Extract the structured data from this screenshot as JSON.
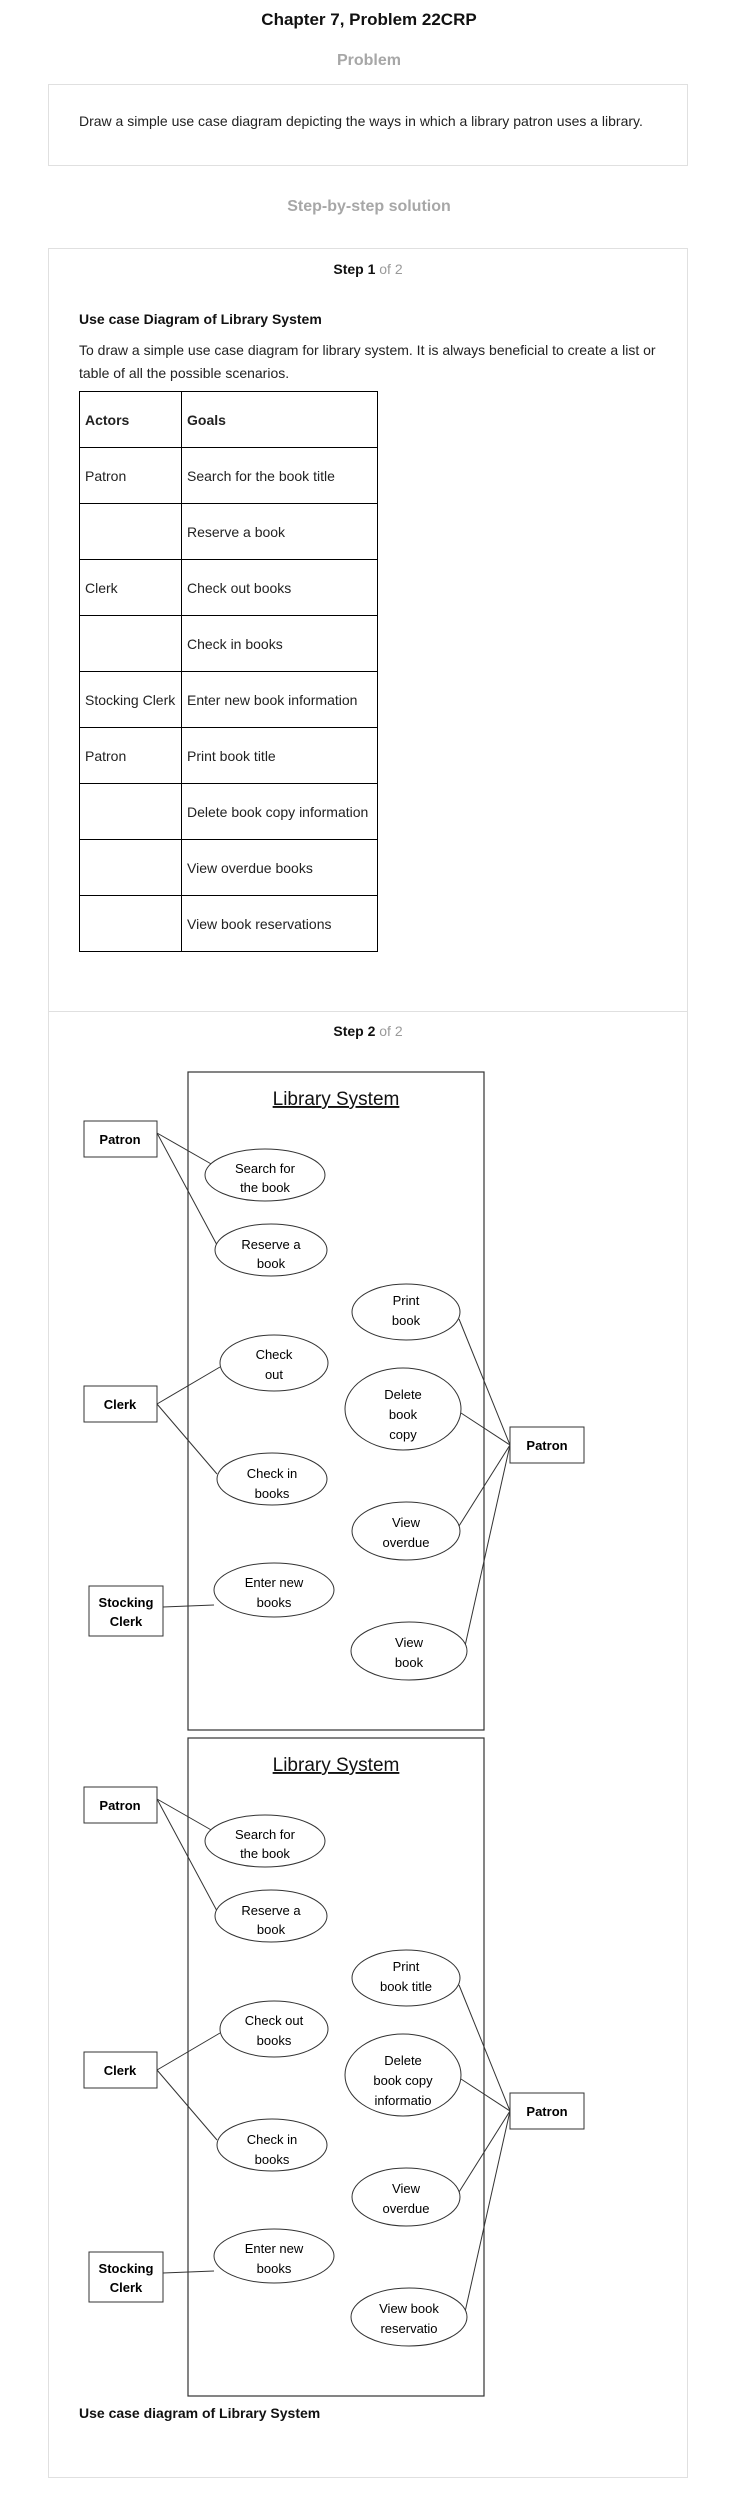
{
  "page_title": "Chapter 7, Problem 22CRP",
  "problem": {
    "heading": "Problem",
    "text": "Draw a simple use case diagram depicting the ways in which a library patron uses a library."
  },
  "solution": {
    "heading": "Step-by-step solution",
    "step1": {
      "label": "Step 1",
      "of": "of 2",
      "title": "Use case Diagram of Library System",
      "paragraph": "To draw a simple use case diagram for library system. It is always beneficial to create a list or table of all the possible scenarios.",
      "table": {
        "headers": [
          "Actors",
          "Goals"
        ],
        "rows": [
          [
            "Patron",
            "Search for the book title"
          ],
          [
            "",
            "Reserve a book"
          ],
          [
            "Clerk",
            "Check out books"
          ],
          [
            "",
            "Check in books"
          ],
          [
            "Stocking Clerk",
            "Enter new book information"
          ],
          [
            "Patron",
            "Print book title"
          ],
          [
            "",
            "Delete book copy information"
          ],
          [
            "",
            "View overdue books"
          ],
          [
            "",
            "View book reservations"
          ]
        ]
      }
    },
    "step2": {
      "label": "Step 2",
      "of": "of 2",
      "caption": "Use case diagram of Library System"
    }
  },
  "diagram1": {
    "title": "Library System",
    "actors": {
      "patron_left": "Patron",
      "clerk": "Clerk",
      "stocking_clerk_1": "Stocking",
      "stocking_clerk_2": "Clerk",
      "patron_right": "Patron"
    },
    "use_cases": {
      "search": [
        "Search for",
        "the book"
      ],
      "reserve": [
        "Reserve a",
        "book"
      ],
      "checkout": [
        "Check",
        "out"
      ],
      "checkin": [
        "Check in",
        "books"
      ],
      "enter": [
        "Enter new",
        "books"
      ],
      "print": [
        "Print",
        "book"
      ],
      "delete": [
        "Delete",
        "book",
        "copy"
      ],
      "overdue": [
        "View",
        "overdue"
      ],
      "reservations": [
        "View",
        "book"
      ]
    }
  },
  "diagram2": {
    "title": "Library System",
    "actors": {
      "patron_left": "Patron",
      "clerk": "Clerk",
      "stocking_clerk_1": "Stocking",
      "stocking_clerk_2": "Clerk",
      "patron_right": "Patron"
    },
    "use_cases": {
      "search": [
        "Search for",
        "the book"
      ],
      "reserve": [
        "Reserve a",
        "book"
      ],
      "checkout": [
        "Check out",
        "books"
      ],
      "checkin": [
        "Check in",
        "books"
      ],
      "enter": [
        "Enter new",
        "books"
      ],
      "print": [
        "Print",
        "book title"
      ],
      "delete": [
        "Delete",
        "book copy",
        "informatio"
      ],
      "overdue": [
        "View",
        "overdue"
      ],
      "reservations": [
        "View book",
        "reservatio"
      ]
    }
  }
}
